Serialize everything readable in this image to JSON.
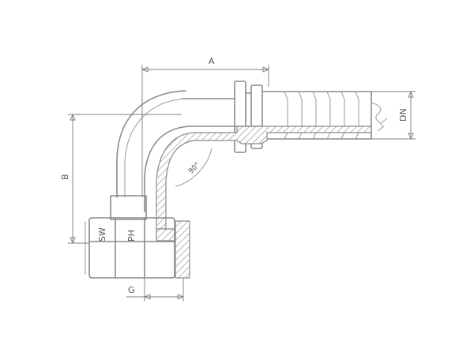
{
  "labels": {
    "A": "A",
    "B": "B",
    "G": "G",
    "DN": "DN",
    "SW": "SW",
    "PH": "PH",
    "angle": "90°"
  },
  "colors": {
    "line": "#8a8a8a",
    "text": "#555555",
    "background": "#ffffff"
  }
}
